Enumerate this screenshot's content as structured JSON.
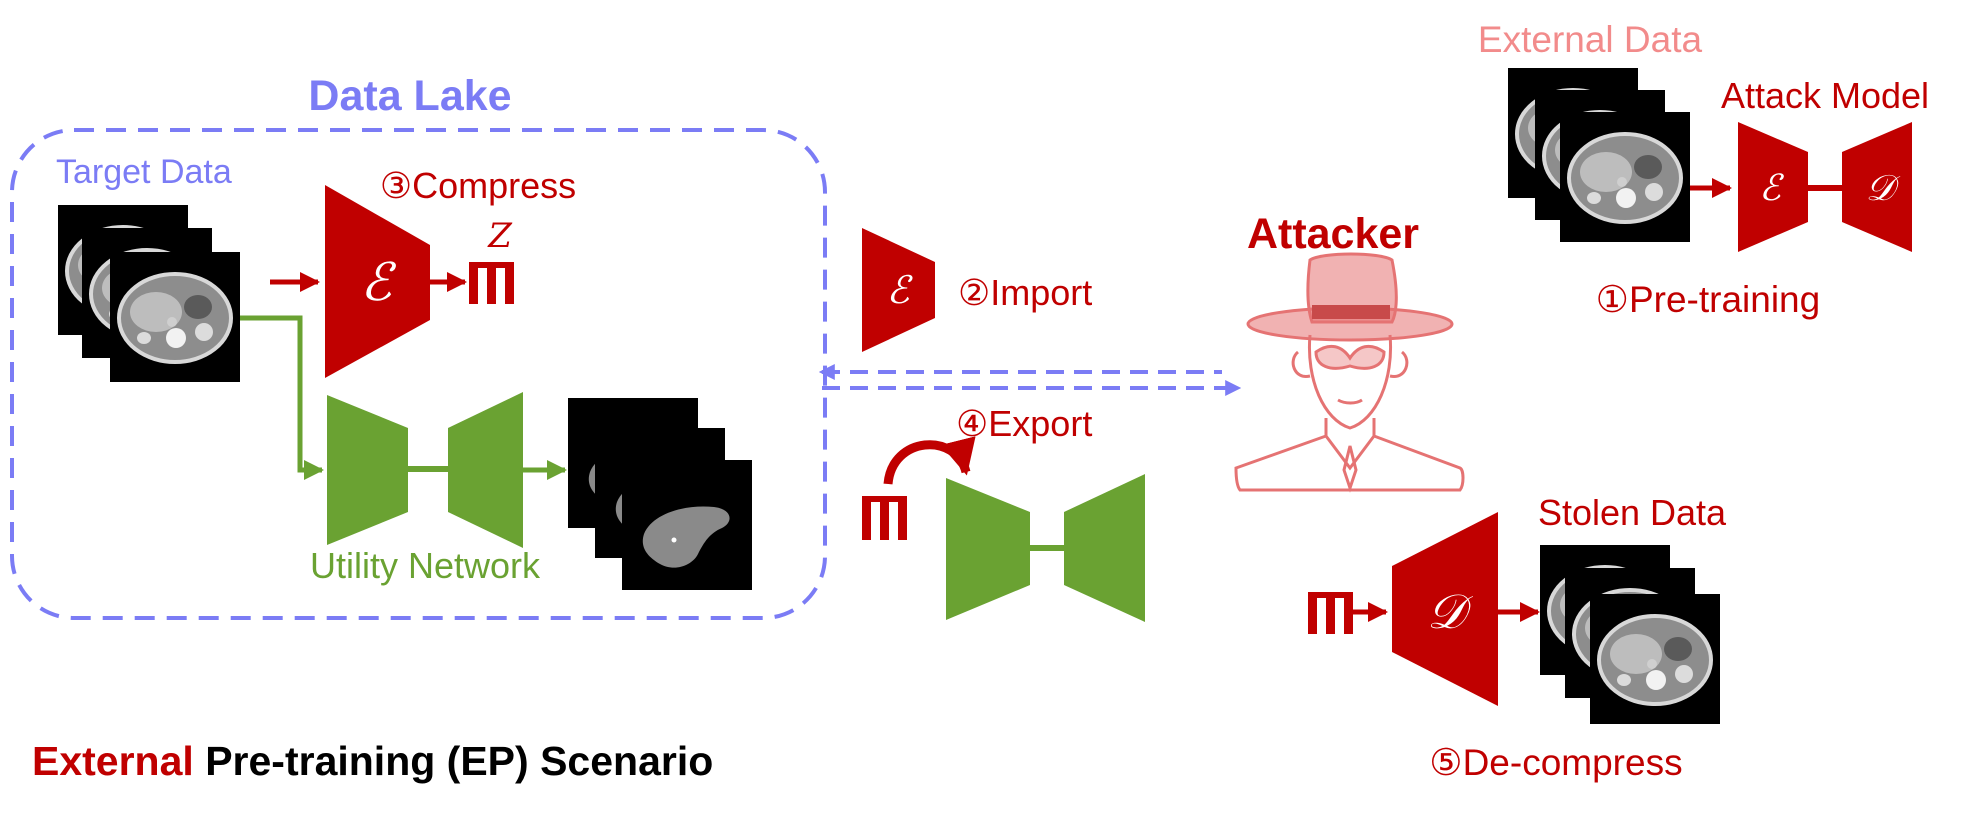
{
  "labels": {
    "data_lake": "Data Lake",
    "target_data": "Target Data",
    "compress": "③Compress",
    "z": "Z",
    "utility_network": "Utility Network",
    "import": "②Import",
    "export": "④Export",
    "attacker": "Attacker",
    "external_data": "External Data",
    "attack_model": "Attack Model",
    "pretraining": "①Pre-training",
    "stolen_data": "Stolen Data",
    "decompress": "⑤De-compress",
    "scenario_red": "External",
    "scenario_black": " Pre-training (EP) Scenario"
  },
  "symbols": {
    "encoder": "ℰ",
    "decoder": "𝒟"
  },
  "colors": {
    "red": "#c00000",
    "green": "#6aa232",
    "purple": "#7b7cf5",
    "pink": "#f28b8b",
    "attacker_red": "#e57373",
    "black": "#000000",
    "white": "#ffffff",
    "gray": "#888888"
  },
  "icons": {
    "attacker": "hooded-spy-icon",
    "ct_scan": "ct-scan-slice-icon",
    "segmentation_mask": "liver-mask-icon"
  }
}
